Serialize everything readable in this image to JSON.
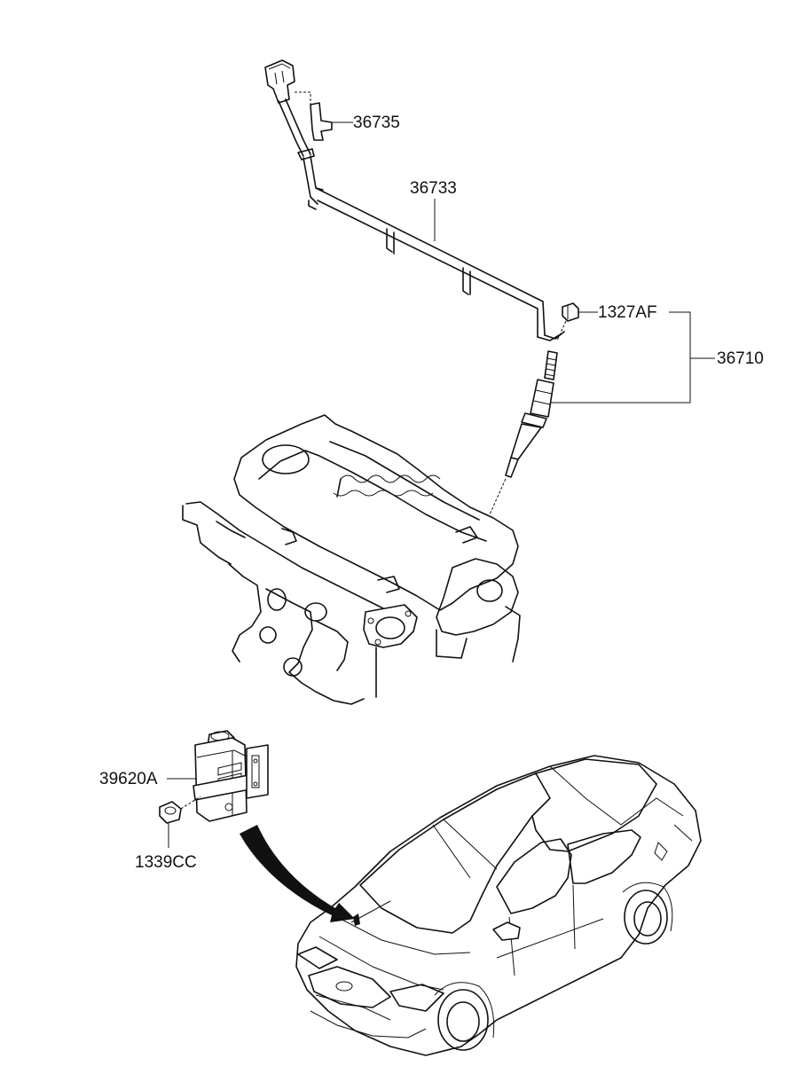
{
  "labels": {
    "p36735": "36735",
    "p36733": "36733",
    "p1327AF": "1327AF",
    "p36710": "36710",
    "p39620A": "39620A",
    "p1339CC": "1339CC"
  },
  "colors": {
    "line": "#111111",
    "background": "#ffffff"
  }
}
